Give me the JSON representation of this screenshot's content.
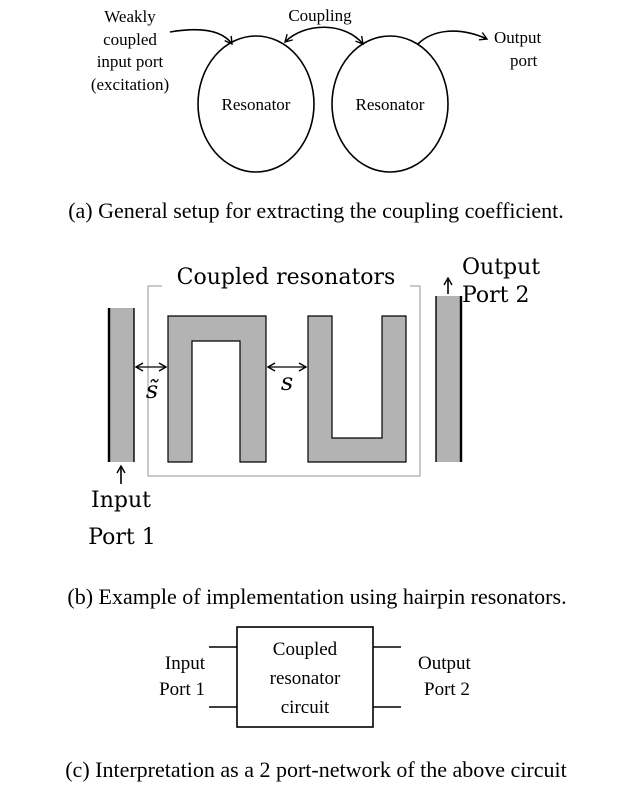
{
  "panel_a": {
    "input_port_lines": [
      "Weakly",
      "coupled",
      "input port",
      "(excitation)"
    ],
    "coupling_label": "Coupling",
    "output_port_lines": [
      "Output",
      "port"
    ],
    "resonator_left": "Resonator",
    "resonator_right": "Resonator",
    "caption": "(a) General setup for extracting the coupling coefficient."
  },
  "panel_b": {
    "box_title": "Coupled resonators",
    "output_port_lines": [
      "Output",
      "Port 2"
    ],
    "input_port_lines": [
      "Input",
      "Port 1"
    ],
    "gap_left_symbol": "s̃",
    "gap_middle_symbol": "s",
    "caption": "(b) Example of implementation using hairpin resonators."
  },
  "panel_c": {
    "input_lines": [
      "Input",
      "Port 1"
    ],
    "block_lines": [
      "Coupled",
      "resonator",
      "circuit"
    ],
    "output_lines": [
      "Output",
      "Port 2"
    ],
    "caption": "(c) Interpretation as a 2 port-network of the above circuit"
  },
  "colors": {
    "resonator_fill": "#b3b3b3",
    "box_stroke": "#b8b8b8",
    "line": "#000000"
  }
}
